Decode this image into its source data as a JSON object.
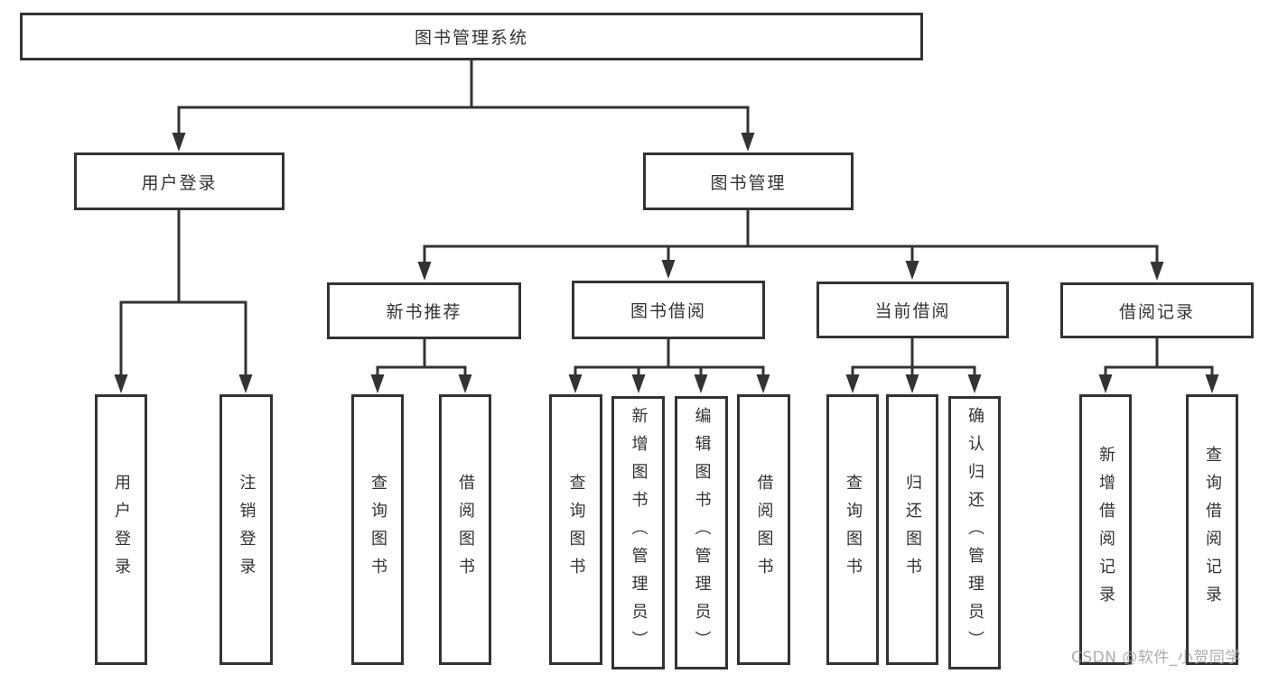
{
  "tree": {
    "root": {
      "label": "图书管理系统",
      "children": [
        {
          "label": "用户登录",
          "children": [
            {
              "label": "用户登录"
            },
            {
              "label": "注销登录"
            }
          ]
        },
        {
          "label": "图书管理",
          "children": [
            {
              "label": "新书推荐",
              "children": [
                {
                  "label": "查询图书"
                },
                {
                  "label": "借阅图书"
                }
              ]
            },
            {
              "label": "图书借阅",
              "children": [
                {
                  "label": "查询图书"
                },
                {
                  "label": "新增图书（管理员）"
                },
                {
                  "label": "编辑图书（管理员）"
                },
                {
                  "label": "借阅图书"
                }
              ]
            },
            {
              "label": "当前借阅",
              "children": [
                {
                  "label": "查询图书"
                },
                {
                  "label": "归还图书"
                },
                {
                  "label": "确认归还（管理员）"
                }
              ]
            },
            {
              "label": "借阅记录",
              "children": [
                {
                  "label": "新增借阅记录"
                },
                {
                  "label": "查询借阅记录"
                }
              ]
            }
          ]
        }
      ]
    }
  },
  "watermark": {
    "text": "CSDN @软件_小贺同学"
  },
  "colors": {
    "line": "#333333",
    "text": "#333333",
    "background": "#ffffff",
    "watermark": "#a5a5a5"
  }
}
